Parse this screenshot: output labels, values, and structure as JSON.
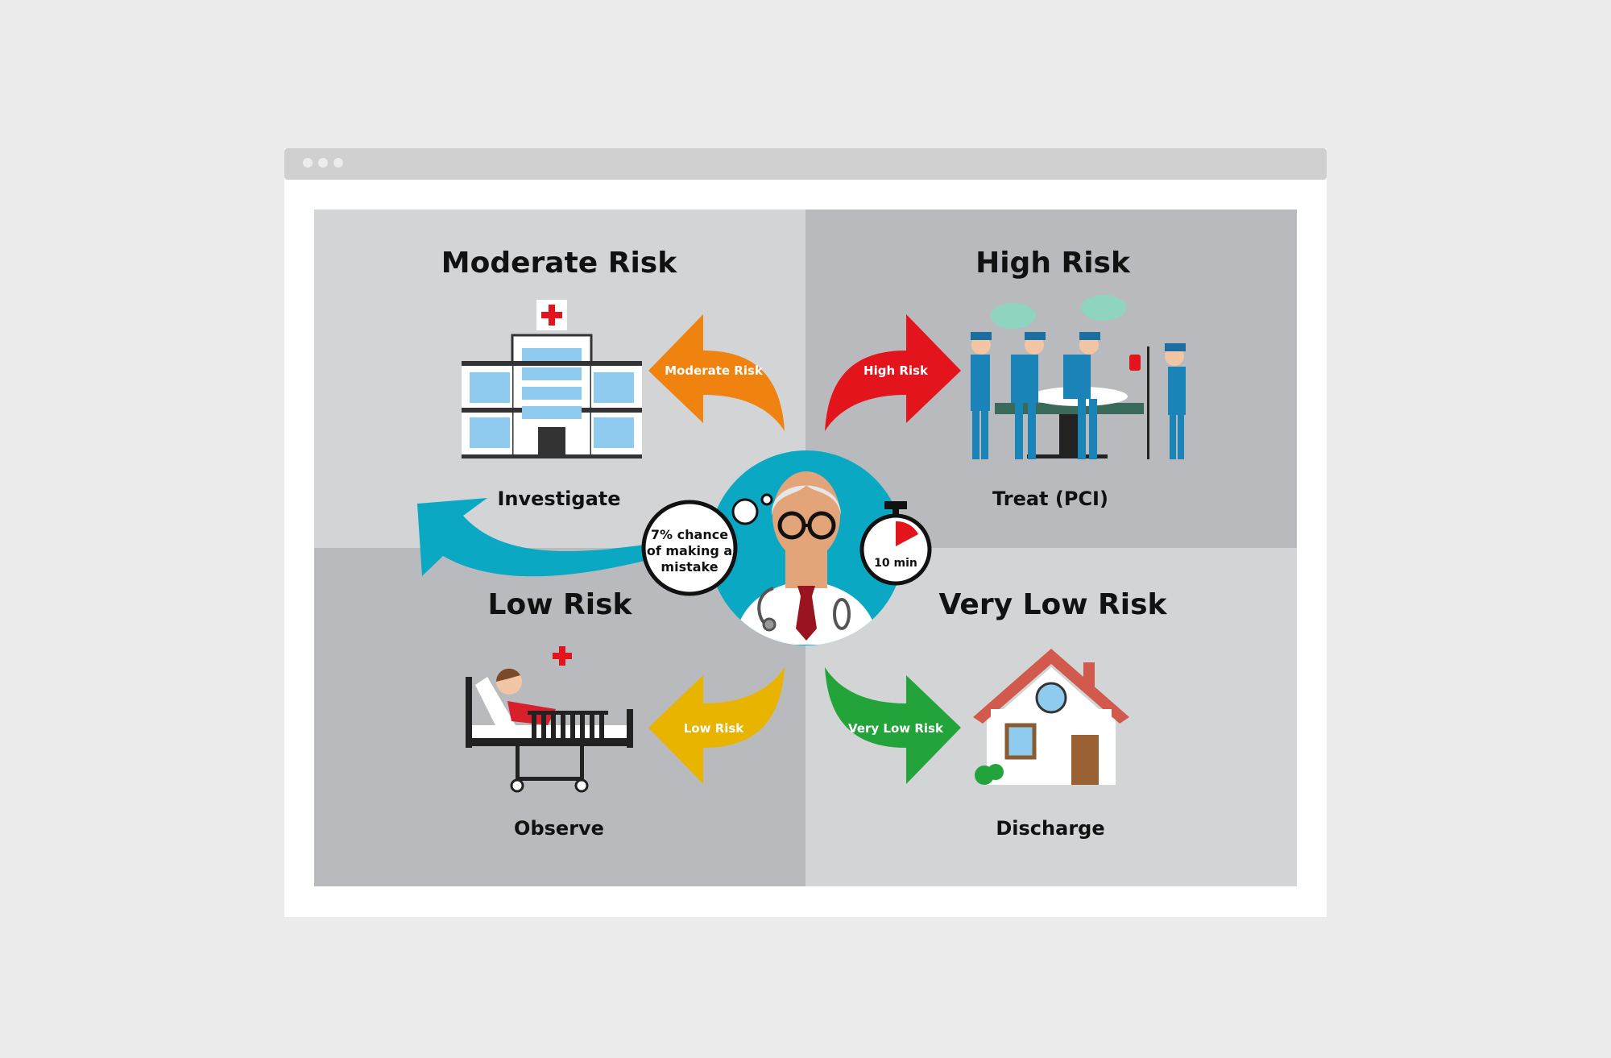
{
  "quadrants": [
    {
      "title": "Moderate Risk",
      "action": "Investigate",
      "arrow_label": "Moderate Risk"
    },
    {
      "title": "High Risk",
      "action": "Treat (PCI)",
      "arrow_label": "High Risk"
    },
    {
      "title": "Low Risk",
      "action": "Observe",
      "arrow_label": "Low Risk"
    },
    {
      "title": "Very Low Risk",
      "action": "Discharge",
      "arrow_label": "Very Low Risk"
    }
  ],
  "thought": {
    "line1": "7% chance",
    "line2": "of making a",
    "line3": "mistake"
  },
  "timer": {
    "label": "10 min"
  },
  "colors": {
    "moderate": "#f0820f",
    "high": "#e3141b",
    "low": "#e8b400",
    "very_low": "#22a43a",
    "teal": "#0aa8c2"
  }
}
